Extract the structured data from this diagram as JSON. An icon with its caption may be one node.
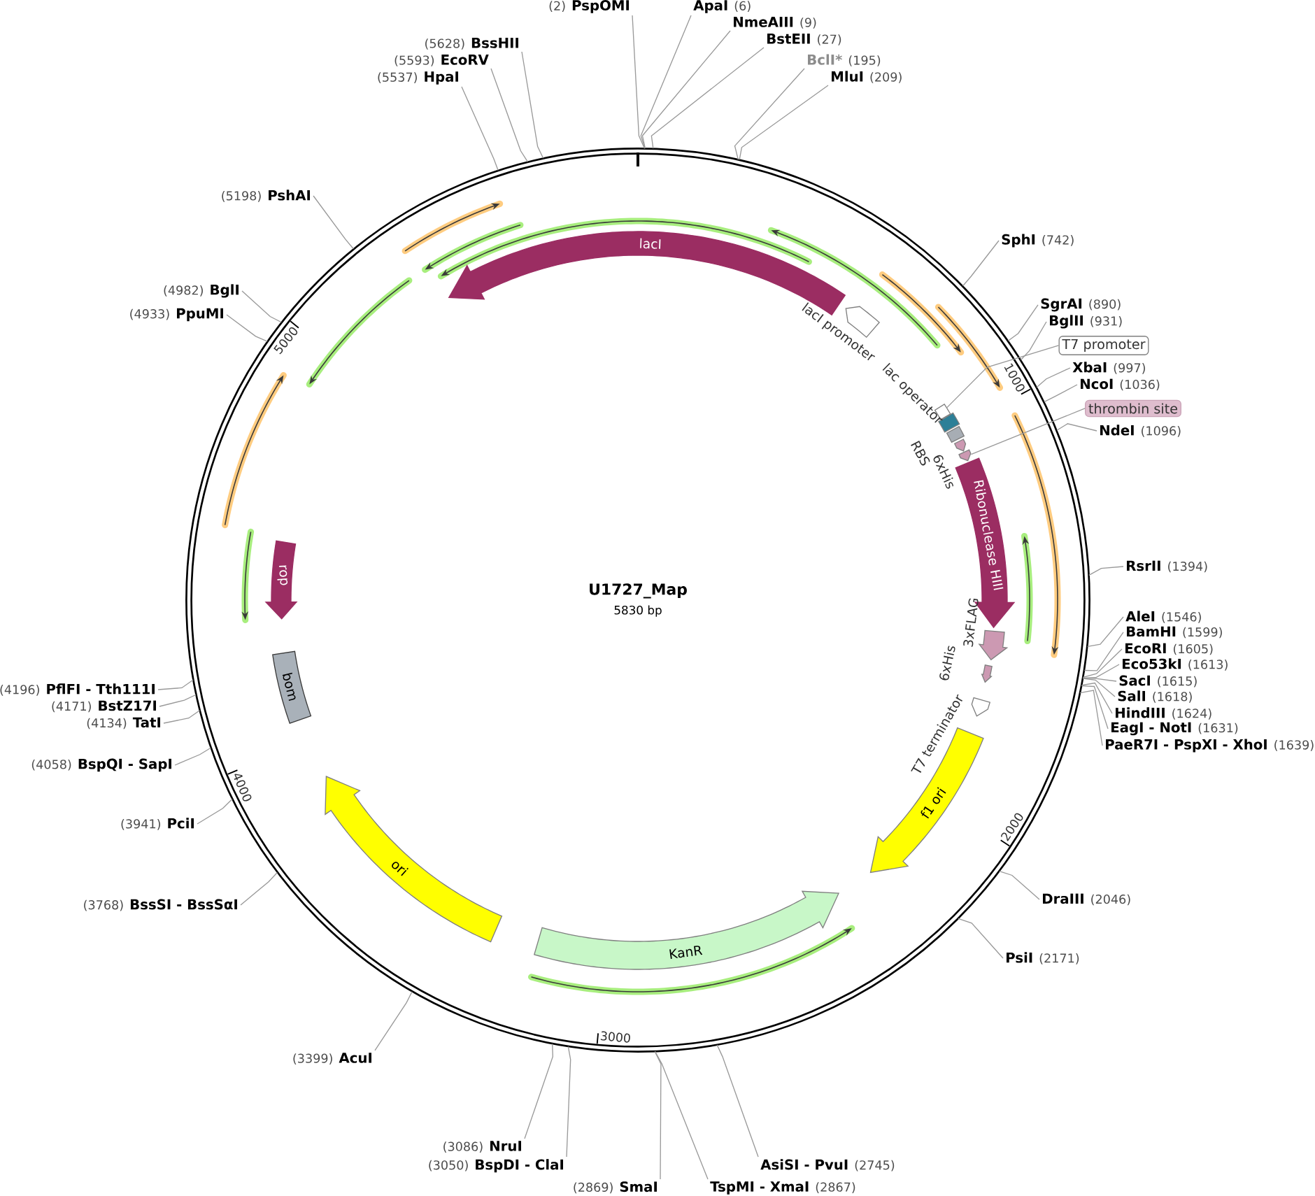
{
  "diagram": {
    "nodes": [
      {
        "text": [
          "U1727_Map",
          "5830 bp"
        ]
      },
      {
        "text": [
          "lacI"
        ],
        "in": 0
      },
      {
        "text": [
          "lacI promoter"
        ],
        "in": 0
      },
      {
        "text": [],
        "shape": "box",
        "in": 0
      },
      {
        "text": [
          "lac operator"
        ],
        "in": 0
      },
      {
        "text": [
          "RBS"
        ],
        "in": 0
      },
      {
        "text": [
          "6xHis"
        ],
        "in": 0
      },
      {
        "text": [],
        "shape": "arrow",
        "in": 0
      },
      {
        "text": [
          "Ribonuclease HIII"
        ],
        "in": 0
      },
      {
        "text": [
          "3xFLAG"
        ],
        "in": 0
      },
      {
        "text": [
          "6xHis"
        ],
        "in": 0
      },
      {
        "text": [
          "T7 terminator"
        ],
        "in": 0
      },
      {
        "text": [
          "f1 ori"
        ],
        "in": 0
      },
      {
        "text": [
          "KanR"
        ],
        "in": 0
      },
      {
        "text": [
          "ori"
        ],
        "in": 0
      },
      {
        "text": [
          "bom"
        ],
        "in": 0
      },
      {
        "text": [
          "rop"
        ],
        "in": 0
      },
      {
        "text": [
          "T7 promoter"
        ]
      },
      {
        "text": [
          "thrombin site"
        ]
      },
      {
        "text": [
          "(2)",
          "PspOMI"
        ]
      },
      {
        "text": [
          "ApaI",
          "(6)"
        ]
      },
      {
        "text": [
          "NmeAIII",
          "(9)"
        ]
      },
      {
        "text": [
          "BstEII",
          "(27)"
        ]
      },
      {
        "text": [
          "BclI*",
          "(195)"
        ]
      },
      {
        "text": [
          "MluI",
          "(209)"
        ]
      },
      {
        "text": [
          "SphI",
          "(742)"
        ]
      },
      {
        "text": [
          "SgrAI",
          "(890)"
        ]
      },
      {
        "text": [
          "BglII",
          "(931)"
        ]
      },
      {
        "text": [
          "XbaI",
          "(997)"
        ]
      },
      {
        "text": [
          "NcoI",
          "(1036)"
        ]
      },
      {
        "text": [
          "NdeI",
          "(1096)"
        ]
      },
      {
        "text": [
          "RsrII",
          "(1394)"
        ]
      },
      {
        "text": [
          "AleI",
          "(1546)"
        ]
      },
      {
        "text": [
          "BamHI",
          "(1599)"
        ]
      },
      {
        "text": [
          "EcoRI",
          "(1605)"
        ]
      },
      {
        "text": [
          "Eco53kI",
          "(1613)"
        ]
      },
      {
        "text": [
          "SacI",
          "(1615)"
        ]
      },
      {
        "text": [
          "SalI",
          "(1618)"
        ]
      },
      {
        "text": [
          "HindIII",
          "(1624)"
        ]
      },
      {
        "text": [
          "EagI - NotI",
          "(1631)"
        ]
      },
      {
        "text": [
          "PaeR7I - PspXI - XhoI",
          "(1639)"
        ]
      },
      {
        "text": [
          "DraIII",
          "(2046)"
        ]
      },
      {
        "text": [
          "PsiI",
          "(2171)"
        ]
      },
      {
        "text": [
          "AsiSI - PvuI",
          "(2745)"
        ]
      },
      {
        "text": [
          "TspMI - XmaI",
          "(2867)"
        ]
      },
      {
        "text": [
          "(2869)",
          "SmaI"
        ]
      },
      {
        "text": [
          "(3050)",
          "BspDI - ClaI"
        ]
      },
      {
        "text": [
          "(3086)",
          "NruI"
        ]
      },
      {
        "text": [
          "(3399)",
          "AcuI"
        ]
      },
      {
        "text": [
          "(3768)",
          "BssSI - BssSαI"
        ]
      },
      {
        "text": [
          "(3941)",
          "PciI"
        ]
      },
      {
        "text": [
          "(4058)",
          "BspQI - SapI"
        ]
      },
      {
        "text": [
          "(4134)",
          "TatI"
        ]
      },
      {
        "text": [
          "(4171)",
          "BstZ17I"
        ]
      },
      {
        "text": [
          "(4196)",
          "PflFI - Tth111I"
        ]
      },
      {
        "text": [
          "(4933)",
          "PpuMI"
        ]
      },
      {
        "text": [
          "(4982)",
          "BglI"
        ]
      },
      {
        "text": [
          "(5198)",
          "PshAI"
        ]
      },
      {
        "text": [
          "(5537)",
          "HpaI"
        ]
      },
      {
        "text": [
          "(5593)",
          "EcoRV"
        ]
      },
      {
        "text": [
          "(5628)",
          "BssHII"
        ]
      }
    ],
    "edges": [
      {
        "from": 17,
        "to": 3,
        "arrow": "none"
      },
      {
        "from": 18,
        "to": 7,
        "arrow": "none"
      },
      {
        "from": 19,
        "to": 0,
        "arrow": "none"
      },
      {
        "from": 20,
        "to": 0,
        "arrow": "none"
      },
      {
        "from": 21,
        "to": 0,
        "arrow": "none"
      },
      {
        "from": 22,
        "to": 0,
        "arrow": "none"
      },
      {
        "from": 23,
        "to": 0,
        "arrow": "none"
      },
      {
        "from": 24,
        "to": 0,
        "arrow": "none"
      },
      {
        "from": 25,
        "to": 0,
        "arrow": "none"
      },
      {
        "from": 26,
        "to": 0,
        "arrow": "none"
      },
      {
        "from": 27,
        "to": 0,
        "arrow": "none"
      },
      {
        "from": 28,
        "to": 0,
        "arrow": "none"
      },
      {
        "from": 29,
        "to": 0,
        "arrow": "none"
      },
      {
        "from": 30,
        "to": 0,
        "arrow": "none"
      },
      {
        "from": 31,
        "to": 0,
        "arrow": "none"
      },
      {
        "from": 32,
        "to": 0,
        "arrow": "none"
      },
      {
        "from": 33,
        "to": 0,
        "arrow": "none"
      },
      {
        "from": 34,
        "to": 0,
        "arrow": "none"
      },
      {
        "from": 35,
        "to": 0,
        "arrow": "none"
      },
      {
        "from": 36,
        "to": 0,
        "arrow": "none"
      },
      {
        "from": 37,
        "to": 0,
        "arrow": "none"
      },
      {
        "from": 38,
        "to": 0,
        "arrow": "none"
      },
      {
        "from": 39,
        "to": 0,
        "arrow": "none"
      },
      {
        "from": 40,
        "to": 0,
        "arrow": "none"
      },
      {
        "from": 41,
        "to": 0,
        "arrow": "none"
      },
      {
        "from": 42,
        "to": 0,
        "arrow": "none"
      },
      {
        "from": 43,
        "to": 0,
        "arrow": "none"
      },
      {
        "from": 44,
        "to": 0,
        "arrow": "none"
      },
      {
        "from": 45,
        "to": 0,
        "arrow": "none"
      },
      {
        "from": 46,
        "to": 0,
        "arrow": "none"
      },
      {
        "from": 47,
        "to": 0,
        "arrow": "none"
      },
      {
        "from": 48,
        "to": 0,
        "arrow": "none"
      },
      {
        "from": 49,
        "to": 0,
        "arrow": "none"
      },
      {
        "from": 50,
        "to": 0,
        "arrow": "none"
      },
      {
        "from": 51,
        "to": 0,
        "arrow": "none"
      },
      {
        "from": 52,
        "to": 0,
        "arrow": "none"
      },
      {
        "from": 53,
        "to": 0,
        "arrow": "none"
      },
      {
        "from": 54,
        "to": 0,
        "arrow": "none"
      },
      {
        "from": 55,
        "to": 0,
        "arrow": "none"
      },
      {
        "from": 56,
        "to": 0,
        "arrow": "none"
      },
      {
        "from": 57,
        "to": 0,
        "arrow": "none"
      },
      {
        "from": 58,
        "to": 0,
        "arrow": "none"
      },
      {
        "from": 59,
        "to": 0,
        "arrow": "none"
      },
      {
        "from": 60,
        "to": 0,
        "arrow": "none"
      }
    ],
    "labels": [
      "1000",
      "2000",
      "3000",
      "4000",
      "5000"
    ]
  }
}
